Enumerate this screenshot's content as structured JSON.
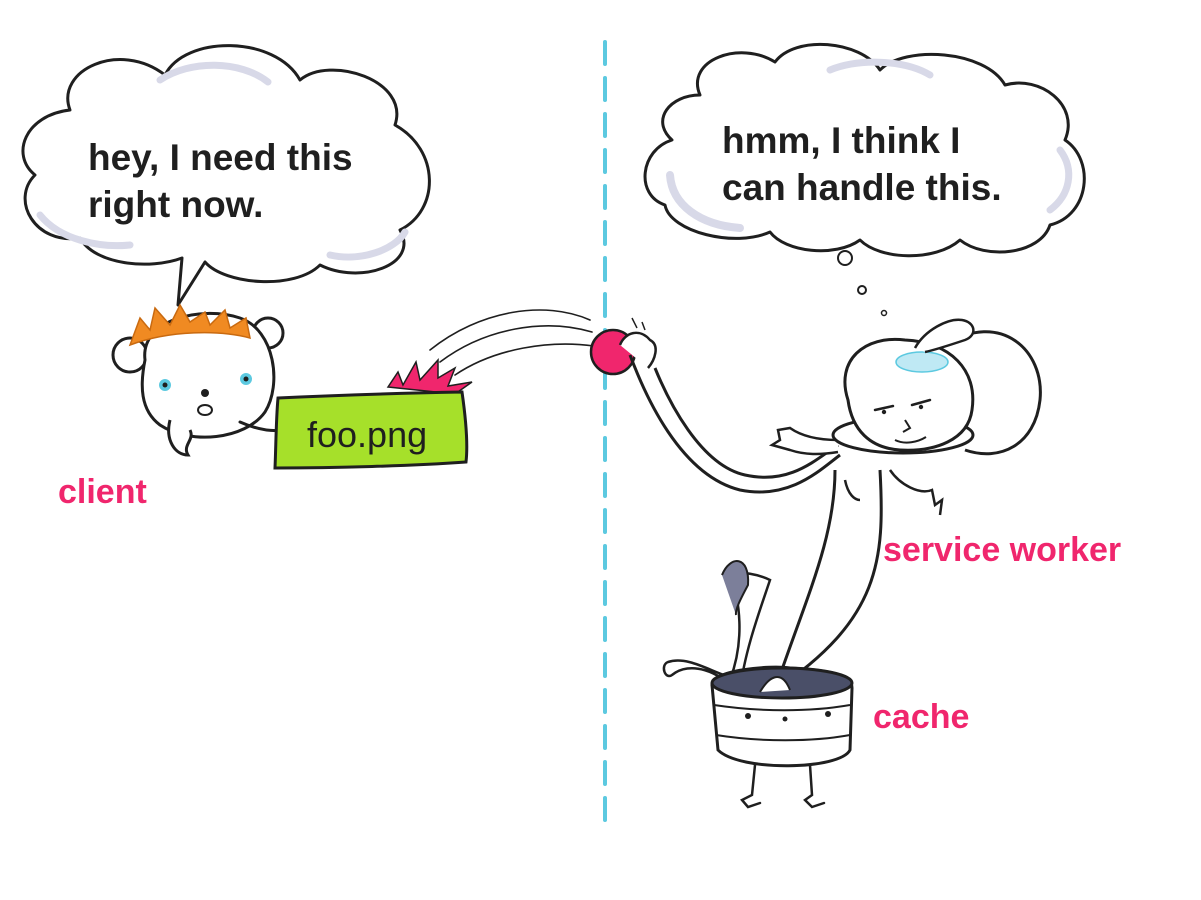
{
  "colors": {
    "accent_pink": "#f0266d",
    "divider_blue": "#5cc9e0",
    "file_green": "#a6e02a",
    "hair_orange": "#f08a22",
    "ink": "#1f1f1f",
    "cloud_shadow": "#d8d9e8"
  },
  "client": {
    "speech_line1": "hey, I need this",
    "speech_line2": "right now.",
    "label": "client"
  },
  "file": {
    "name": "foo.png"
  },
  "service_worker": {
    "thought_line1": "hmm, I think I",
    "thought_line2": "can handle this.",
    "label": "service worker"
  },
  "cache": {
    "label": "cache"
  }
}
